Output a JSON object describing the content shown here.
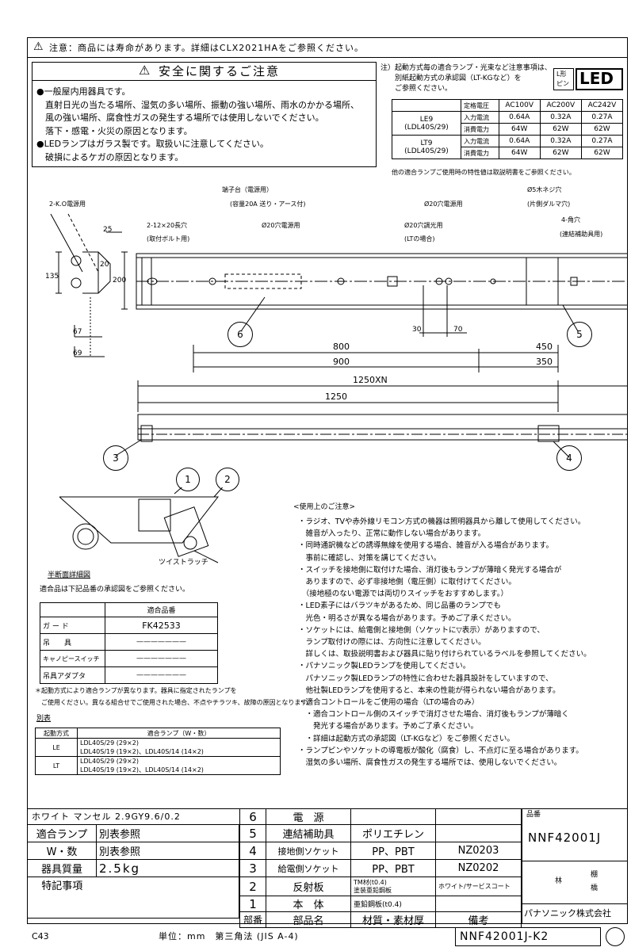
{
  "header_notice": "注意：商品には寿命があります。詳細はCLX2021HAをご参照ください。",
  "safety": {
    "title": "安全に関するご注意",
    "lines": [
      "●一般屋内用器具です。",
      "　直射日光の当たる場所、湿気の多い場所、振動の強い場所、雨水のかかる場所、",
      "　風の強い場所、腐食性ガスの発生する場所では使用しないでください。",
      "　落下・感電・火災の原因となります。",
      "●LEDランプはガラス製です。取扱いに注意してください。",
      "　破損によるケガの原因となります。"
    ]
  },
  "lamp_note": {
    "lines": [
      "注）起動方式毎の適合ランプ・光束など注意事項は、",
      "　　別紙起動方式の承認図（LT-KGなど）を",
      "　　ご参照ください。"
    ],
    "badge_top": "L形",
    "badge_bottom": "ピン",
    "led": "LED"
  },
  "power_table": {
    "headers": [
      "定格電圧",
      "AC100V",
      "AC200V",
      "AC242V"
    ],
    "rows": [
      {
        "model": "LE9",
        "model2": "(LDL40S/29)",
        "input_label": "入力電流",
        "input": [
          "0.64A",
          "0.32A",
          "0.27A"
        ],
        "power_label": "消費電力",
        "power": [
          "64W",
          "62W",
          "62W"
        ]
      },
      {
        "model": "LT9",
        "model2": "(LDL40S/29)",
        "input_label": "入力電流",
        "input": [
          "0.64A",
          "0.32A",
          "0.27A"
        ],
        "power_label": "消費電力",
        "power": [
          "64W",
          "62W",
          "62W"
        ]
      }
    ],
    "footnote": "他の適合ランプご使用時の特性値は取説明書をご参照ください。"
  },
  "drawing": {
    "top_labels": {
      "terminal": "端子台（電源用）",
      "terminal2": "(容量20A 送り・アース付)",
      "hole20_power": "Ø20穴電源用",
      "hole20_dim": "Ø20穴調光用",
      "hole20_dim2": "(LTの場合)",
      "screw": "Ø5木ネジ穴",
      "screw2": "(片側ダルマ穴)",
      "square": "4-角穴",
      "square2": "(連結補助具用)",
      "k_label": "2-K.O電源用",
      "slot": "2-12×20長穴",
      "slot2": "(取付ボルト用)",
      "hole20_left": "Ø20穴電源用"
    },
    "dims": {
      "d25": "25",
      "d20": "20",
      "d200": "200",
      "d135": "135",
      "d67": "67",
      "d69": "69",
      "d30": "30",
      "d70": "70",
      "d800": "800",
      "d450": "450",
      "d900": "900",
      "d350": "350",
      "d1250n": "1250XN",
      "d1250": "1250"
    },
    "callouts": [
      "1",
      "2",
      "3",
      "4",
      "5",
      "6"
    ],
    "twist": "ツイストラッチ",
    "section_title": "半断面詳細図"
  },
  "fit_table": {
    "caption": "適合品は下記品番の承認図をご参照ください。",
    "header": "適合品番",
    "rows": [
      {
        "name": "ガ ー ド",
        "value": "FK42533"
      },
      {
        "name": "吊　　具",
        "value": "———————"
      },
      {
        "name": "キャノピースイッチ",
        "value": "———————"
      },
      {
        "name": "吊具アダプタ",
        "value": "———————"
      }
    ],
    "note1": "＊起動方式により適合ランプが異なります。器具に指定されたランプを",
    "note2": "　ご使用ください。異なる組合せでご使用された場合、不点やチラツキ、故障の原因となります。"
  },
  "betsu": {
    "title": "別表",
    "headers": [
      "起動方式",
      "適合ランプ（W・数）"
    ],
    "rows": [
      {
        "type": "LE",
        "lamps": [
          "LDL40S/29 (29×2)",
          "LDL40S/19 (19×2)、LDL40S/14 (14×2)"
        ]
      },
      {
        "type": "LT",
        "lamps": [
          "LDL40S/29 (29×2)",
          "LDL40S/19 (19×2)、LDL40S/14 (14×2)"
        ]
      }
    ]
  },
  "usage_notes": {
    "title": "<使用上のご注意>",
    "lines": [
      "・ラジオ、TVや赤外線リモコン方式の機器は照明器具から離して使用してください。",
      "　雑音が入ったり、正常に動作しない場合があります。",
      "・同時通訳機などの誘導無線を使用する場合、雑音が入る場合があります。",
      "　事前に確認し、対策を講じてください。",
      "・スイッチを接地側に取付けた場合、消灯後もランプが薄暗く発光する場合が",
      "　ありますので、必ず非接地側（電圧側）に取付けてください。",
      "　（接地極のない電源では両切りスイッチをおすすめします。）",
      "・LED素子にはバラツキがあるため、同じ品番のランプでも",
      "　光色・明るさが異なる場合があります。予めご了承ください。",
      "・ソケットには、給電側と接地側（ソケットに▽表示）がありますので、",
      "　ランプ取付けの際には、方向性に注意してください。",
      "　詳しくは、取扱説明書および器具に貼り付けられているラベルを参照してください。",
      "・パナソニック製LEDランプを使用してください。",
      "　パナソニック製LEDランプの特性に合わせた器具設計をしていますので、",
      "　他社製LEDランプを使用すると、本来の性能が得られない場合があります。",
      "・適合コントロールをご使用の場合（LTの場合のみ）",
      "　・適合コントロール側のスイッチで消灯させた場合、消灯後もランプが薄暗く",
      "　　発光する場合があります。予めご了承ください。",
      "　・詳細は起動方式の承認図（LT-KGなど）をご参照ください。",
      "・ランプピンやソケットの導電板が酸化（腐食）し、不点灯に至る場合があります。",
      "　湿気の多い場所、腐食性ガスの発生する場所では、使用しないでください。"
    ]
  },
  "spec": {
    "color": "ホワイト マンセル 2.9GY9.6/0.2",
    "rows": [
      {
        "label": "適合ランプ",
        "value": "別表参照"
      },
      {
        "label": "W・数",
        "value": "別表参照"
      },
      {
        "label": "器具質量",
        "value": "2.5kg"
      },
      {
        "label": "特記事項",
        "value": ""
      }
    ]
  },
  "parts": {
    "rows": [
      {
        "no": "6",
        "name": "電　源",
        "material": "",
        "note": ""
      },
      {
        "no": "5",
        "name": "連結補助具",
        "material": "ポリエチレン",
        "note": ""
      },
      {
        "no": "4",
        "name": "接地側ソケット",
        "material": "PP、PBT",
        "note": "NZ0203"
      },
      {
        "no": "3",
        "name": "給電側ソケット",
        "material": "PP、PBT",
        "note": "NZ0202"
      },
      {
        "no": "2",
        "name": "反射板",
        "material": "TM材(t0.4)",
        "material2": "塗装亜鉛鋼板",
        "note": "ホワイト/サービスコート"
      },
      {
        "no": "1",
        "name": "本　体",
        "material": "亜鉛鋼板(t0.4)",
        "note": ""
      }
    ],
    "header": {
      "no": "部番",
      "name": "部品名",
      "material": "材質・素材厚",
      "note": "備考"
    }
  },
  "title_block": {
    "label": "品番",
    "model": "NNF42001J",
    "hayashi": "林",
    "tana": "棚",
    "hashi": "橋",
    "company": "パナソニック株式会社"
  },
  "footer": {
    "code": "C43",
    "unit": "単位：mm　第三角法 (JIS A-4)",
    "doc": "NNF42001J-K2"
  }
}
